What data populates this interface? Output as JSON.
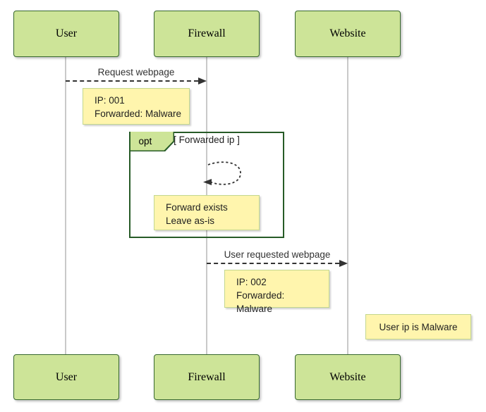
{
  "diagram_type": "sequence-diagram",
  "participants": [
    {
      "name": "User"
    },
    {
      "name": "Firewall"
    },
    {
      "name": "Website"
    }
  ],
  "messages": [
    {
      "label": "Request webpage",
      "from": "User",
      "to": "Firewall",
      "line_style": "dashed"
    },
    {
      "label": "User requested webpage",
      "from": "Firewall",
      "to": "Website",
      "line_style": "dashed"
    }
  ],
  "self_message": {
    "on": "Firewall",
    "line_style": "dashed",
    "label": ""
  },
  "notes": [
    {
      "text": "IP: 001\nForwarded: Malware"
    },
    {
      "text": "Forward exists\nLeave as-is"
    },
    {
      "text": "IP: 002\nForwarded: Malware"
    },
    {
      "text": "User ip is Malware"
    }
  ],
  "fragment": {
    "operator": "opt",
    "condition": "[ Forwarded ip ]"
  },
  "colors": {
    "actor_fill": "#cde498",
    "actor_border": "#38682f",
    "note_fill": "#fff5ad",
    "note_border": "#c3d78f",
    "fragment_border": "#275b27",
    "lifeline": "#c9c9c9",
    "message": "#333333"
  }
}
